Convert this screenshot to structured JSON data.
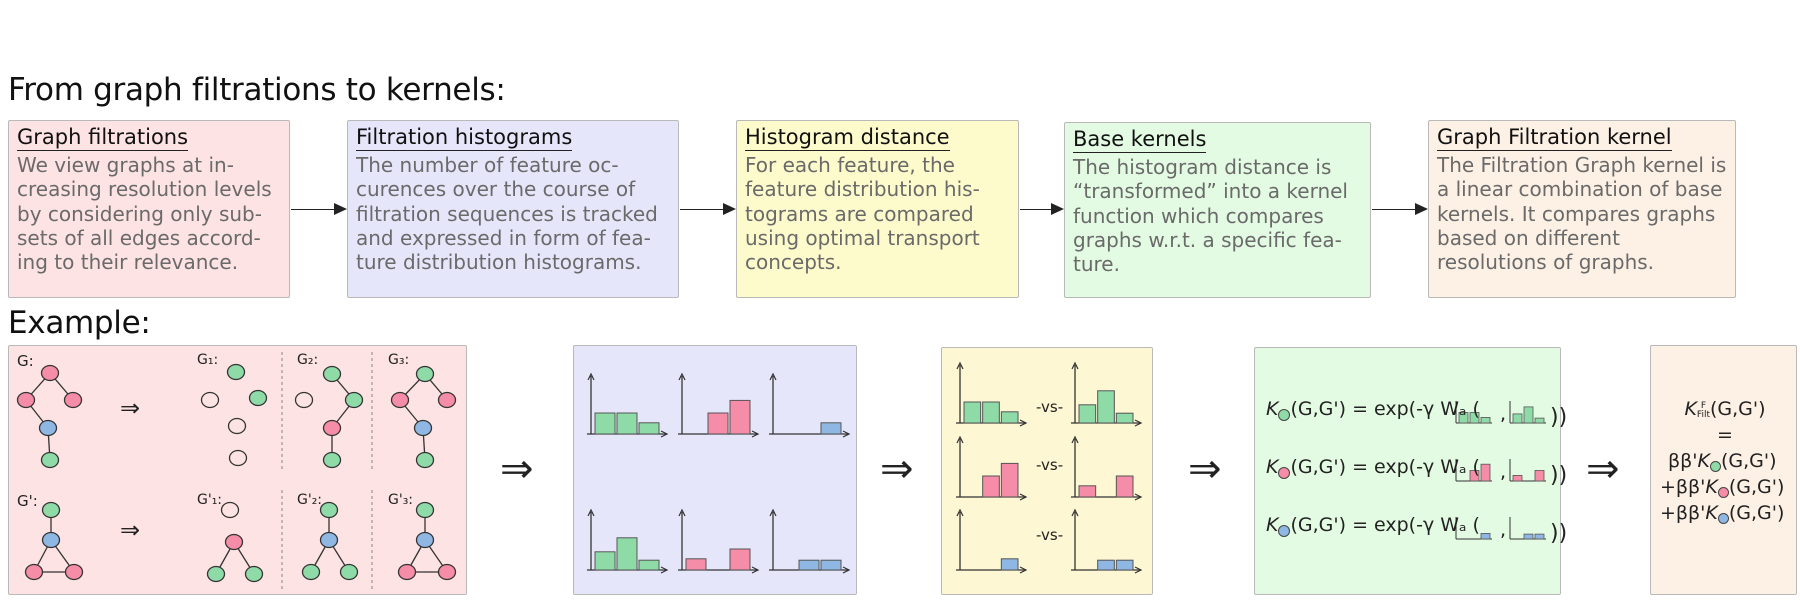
{
  "title": "From graph filtrations to kernels:",
  "example_label": "Example:",
  "steps": [
    {
      "title": "Graph filtrations",
      "text": "We view graphs at in­creasing resolution levels by considering only sub­sets of all edges accord­ing to their relevance.",
      "color": "#fde3e3"
    },
    {
      "title": "Filtration histograms",
      "text": "The number of feature oc­curences over the course of filtration sequences is tracked and expressed in form of fea­ture distribution histograms.",
      "color": "#e6e6fb"
    },
    {
      "title": "Histogram distance",
      "text": "For each feature, the feature distribution his­tograms are compared using optimal transport concepts.",
      "color": "#fdfbcb"
    },
    {
      "title": "Base kernels",
      "text": "The histogram distance is “transformed” into a kernel function which compares graphs w.r.t. a specific fea­ture.",
      "color": "#e4fbe3"
    },
    {
      "title": "Graph Filtration kernel",
      "text": "The Filtration Graph kernel is a linear combination of base kernels. It compares graphs based on different resolutions of graphs.",
      "color": "#fdf1e5"
    }
  ],
  "colors": {
    "green": "#8fdba8",
    "pink": "#f58ca8",
    "blue": "#8fb7e3",
    "pink_box": "#fde3e3",
    "blue_box": "#e6e6fb",
    "yellow_box": "#fdf7d3",
    "green_box": "#e4fbe3",
    "peach_box": "#fdf1e5"
  },
  "example": {
    "graphs": {
      "g_label": "G:",
      "gp_label": "G':",
      "g_steps": [
        "G₁:",
        "G₂:",
        "G₃:"
      ],
      "gp_steps": [
        "G'₁:",
        "G'₂:",
        "G'₃:"
      ],
      "arrow": "⇒"
    },
    "histograms": {
      "g": [
        [
          0.75,
          0.75,
          0.4
        ],
        [
          0,
          0.75,
          1.2
        ],
        [
          0,
          0,
          0.4
        ]
      ],
      "gp": [
        [
          0.65,
          1.15,
          0.35
        ],
        [
          0.4,
          0,
          0.75
        ],
        [
          0,
          0.35,
          0.35
        ]
      ]
    },
    "vs_label": "-vs-",
    "base_kernel_formula": "= exp(-γ Wₐ (",
    "base_kernel_args": "(G,G')",
    "filtration_kernel": {
      "lhs": "K",
      "lhs_sub": "Filt",
      "lhs_sup": "F",
      "args": "(G,G')",
      "equals": "=",
      "terms": [
        "ββ'",
        "+ββ'",
        "+ββ'"
      ]
    }
  }
}
